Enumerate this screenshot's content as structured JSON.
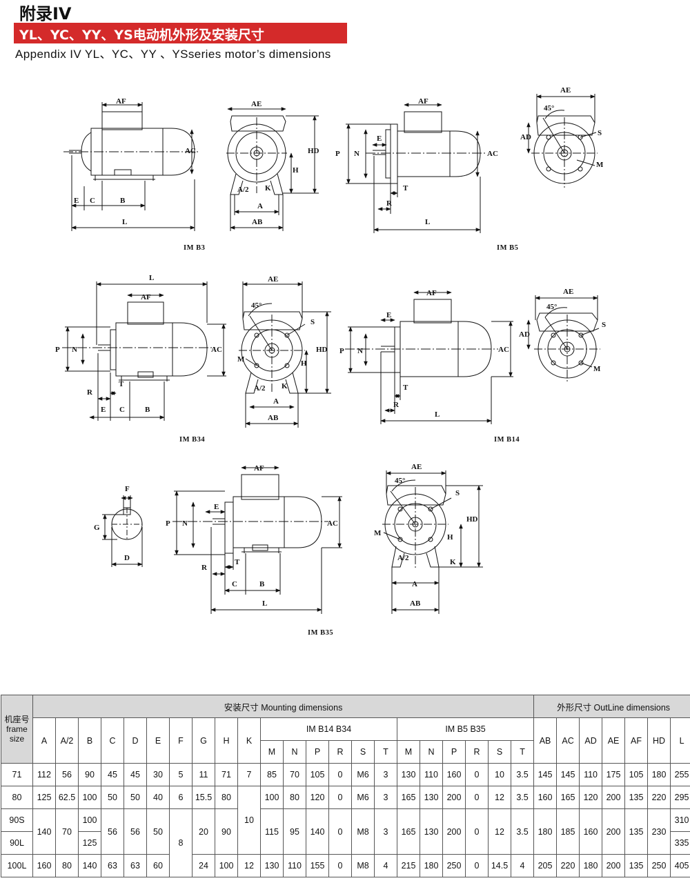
{
  "title_cn": "附录IV",
  "banner": "YL、YC、YY、YS电动机外形及安装尺寸",
  "subtitle": "Appendix IV YL、YC、YY 、YSseries motor’s dimensions",
  "colors": {
    "banner": "#d42a2a",
    "header_bg": "#d8d8d8"
  },
  "drawings": {
    "captions": [
      "IM B3",
      "IM B5",
      "IM B34",
      "IM B14",
      "IM B35"
    ],
    "labels": {
      "AF": "AF",
      "AE": "AE",
      "AC": "AC",
      "AD": "AD",
      "HD": "HD",
      "H": "H",
      "A": "A",
      "A2": "A/2",
      "AB": "AB",
      "K": "K",
      "L": "L",
      "B": "B",
      "C": "C",
      "E": "E",
      "P": "P",
      "N": "N",
      "T": "T",
      "R": "R",
      "S": "S",
      "M": "M",
      "F": "F",
      "G": "G",
      "D": "D",
      "deg": "45°"
    }
  },
  "table": {
    "frame_header": "机座号 frame size",
    "mounting_header": "安装尺寸 Mounting dimensions",
    "outline_header": "外形尺寸 OutLine dimensions",
    "cols_main": [
      "A",
      "A/2",
      "B",
      "C",
      "D",
      "E",
      "F",
      "G",
      "H",
      "K"
    ],
    "group_b14": "IM B14 B34",
    "group_b5": "IM B5 B35",
    "cols_flange": [
      "M",
      "N",
      "P",
      "R",
      "S",
      "T"
    ],
    "cols_outline": [
      "AB",
      "AC",
      "AD",
      "AE",
      "AF",
      "HD",
      "L"
    ],
    "rows": {
      "r71": [
        "71",
        "112",
        "56",
        "90",
        "45",
        "45",
        "30",
        "5",
        "11",
        "71",
        "7",
        "85",
        "70",
        "105",
        "0",
        "M6",
        "3",
        "130",
        "110",
        "160",
        "0",
        "10",
        "3.5",
        "145",
        "145",
        "110",
        "175",
        "105",
        "180",
        "255"
      ],
      "r80": [
        "80",
        "125",
        "62.5",
        "100",
        "50",
        "50",
        "40",
        "6",
        "15.5",
        "80",
        "100",
        "80",
        "120",
        "0",
        "M6",
        "3",
        "165",
        "130",
        "200",
        "0",
        "12",
        "3.5",
        "160",
        "165",
        "120",
        "200",
        "135",
        "220",
        "295"
      ],
      "r90": {
        "frame_s": "90S",
        "frame_l": "90L",
        "A": "140",
        "A2": "70",
        "B_s": "100",
        "B_l": "125",
        "C": "56",
        "D": "56",
        "E": "50",
        "F": "8",
        "G": "20",
        "H": "90",
        "K": "10",
        "M14": "115",
        "N14": "95",
        "P14": "140",
        "R14": "0",
        "S14": "M8",
        "T14": "3",
        "M5": "165",
        "N5": "130",
        "P5": "200",
        "R5": "0",
        "S5": "12",
        "T5": "3.5",
        "AB": "180",
        "AC": "185",
        "AD": "160",
        "AE": "200",
        "AF": "135",
        "HD": "230",
        "L_s": "310",
        "L_l": "335"
      },
      "r100": [
        "100L",
        "160",
        "80",
        "140",
        "63",
        "63",
        "60",
        "24",
        "100",
        "12",
        "130",
        "110",
        "155",
        "0",
        "M8",
        "4",
        "215",
        "180",
        "250",
        "0",
        "14.5",
        "4",
        "205",
        "220",
        "180",
        "200",
        "135",
        "250",
        "405"
      ]
    }
  }
}
